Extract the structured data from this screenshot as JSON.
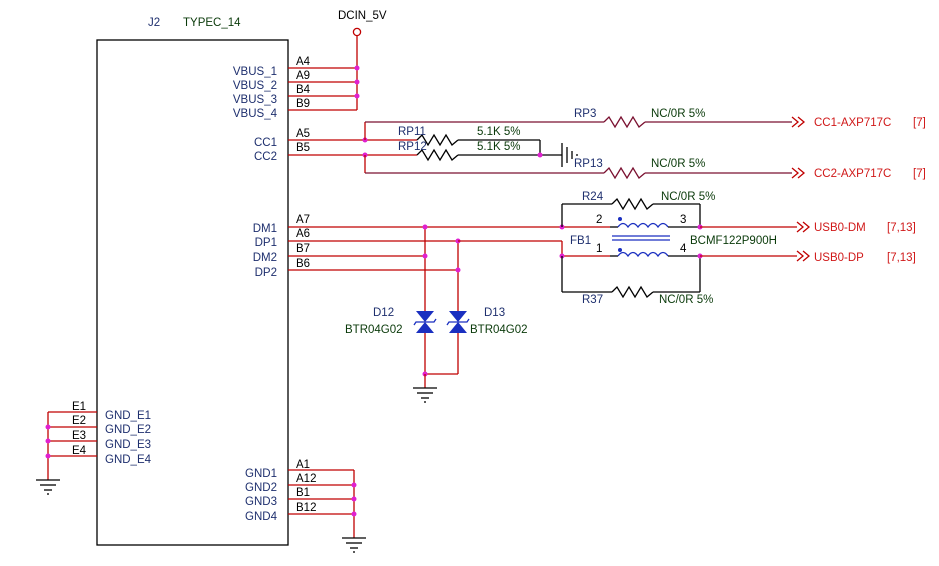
{
  "connector": {
    "ref": "J2",
    "part": "TYPEC_14",
    "pins_right": [
      {
        "name": "VBUS_1",
        "num": "A4"
      },
      {
        "name": "VBUS_2",
        "num": "A9"
      },
      {
        "name": "VBUS_3",
        "num": "B4"
      },
      {
        "name": "VBUS_4",
        "num": "B9"
      },
      {
        "name": "CC1",
        "num": "A5"
      },
      {
        "name": "CC2",
        "num": "B5"
      },
      {
        "name": "DM1",
        "num": "A7"
      },
      {
        "name": "DP1",
        "num": "A6"
      },
      {
        "name": "DM2",
        "num": "B7"
      },
      {
        "name": "DP2",
        "num": "B6"
      },
      {
        "name": "GND1",
        "num": "A1"
      },
      {
        "name": "GND2",
        "num": "A12"
      },
      {
        "name": "GND3",
        "num": "B1"
      },
      {
        "name": "GND4",
        "num": "B12"
      }
    ],
    "pins_left": [
      {
        "name": "GND_E1",
        "num": "E1"
      },
      {
        "name": "GND_E2",
        "num": "E2"
      },
      {
        "name": "GND_E3",
        "num": "E3"
      },
      {
        "name": "GND_E4",
        "num": "E4"
      }
    ]
  },
  "power": {
    "label": "DCIN_5V"
  },
  "resistors": {
    "rp3": {
      "ref": "RP3",
      "value": "NC/0R 5%"
    },
    "rp11": {
      "ref": "RP11",
      "value": "5.1K 5%"
    },
    "rp12": {
      "ref": "RP12",
      "value": "5.1K 5%"
    },
    "rp13": {
      "ref": "RP13",
      "value": "NC/0R 5%"
    },
    "r24": {
      "ref": "R24",
      "value": "NC/0R 5%"
    },
    "r37": {
      "ref": "R37",
      "value": "NC/0R 5%"
    }
  },
  "ferrite": {
    "ref": "FB1",
    "part": "BCMF122P900H",
    "pin1": "1",
    "pin2": "2",
    "pin3": "3",
    "pin4": "4"
  },
  "diodes": {
    "d12": {
      "ref": "D12",
      "part": "BTR04G02"
    },
    "d13": {
      "ref": "D13",
      "part": "BTR04G02"
    }
  },
  "nets": {
    "cc1": {
      "name": "CC1-AXP717C",
      "pages": "[7]"
    },
    "cc2": {
      "name": "CC2-AXP717C",
      "pages": "[7]"
    },
    "dm": {
      "name": "USB0-DM",
      "pages": "[7,13]"
    },
    "dp": {
      "name": "USB0-DP",
      "pages": "[7,13]"
    }
  },
  "colors": {
    "wire": "#c00000",
    "dot": "#e020d0",
    "diode": "#1a2fc0",
    "net_label": "#d01818"
  }
}
